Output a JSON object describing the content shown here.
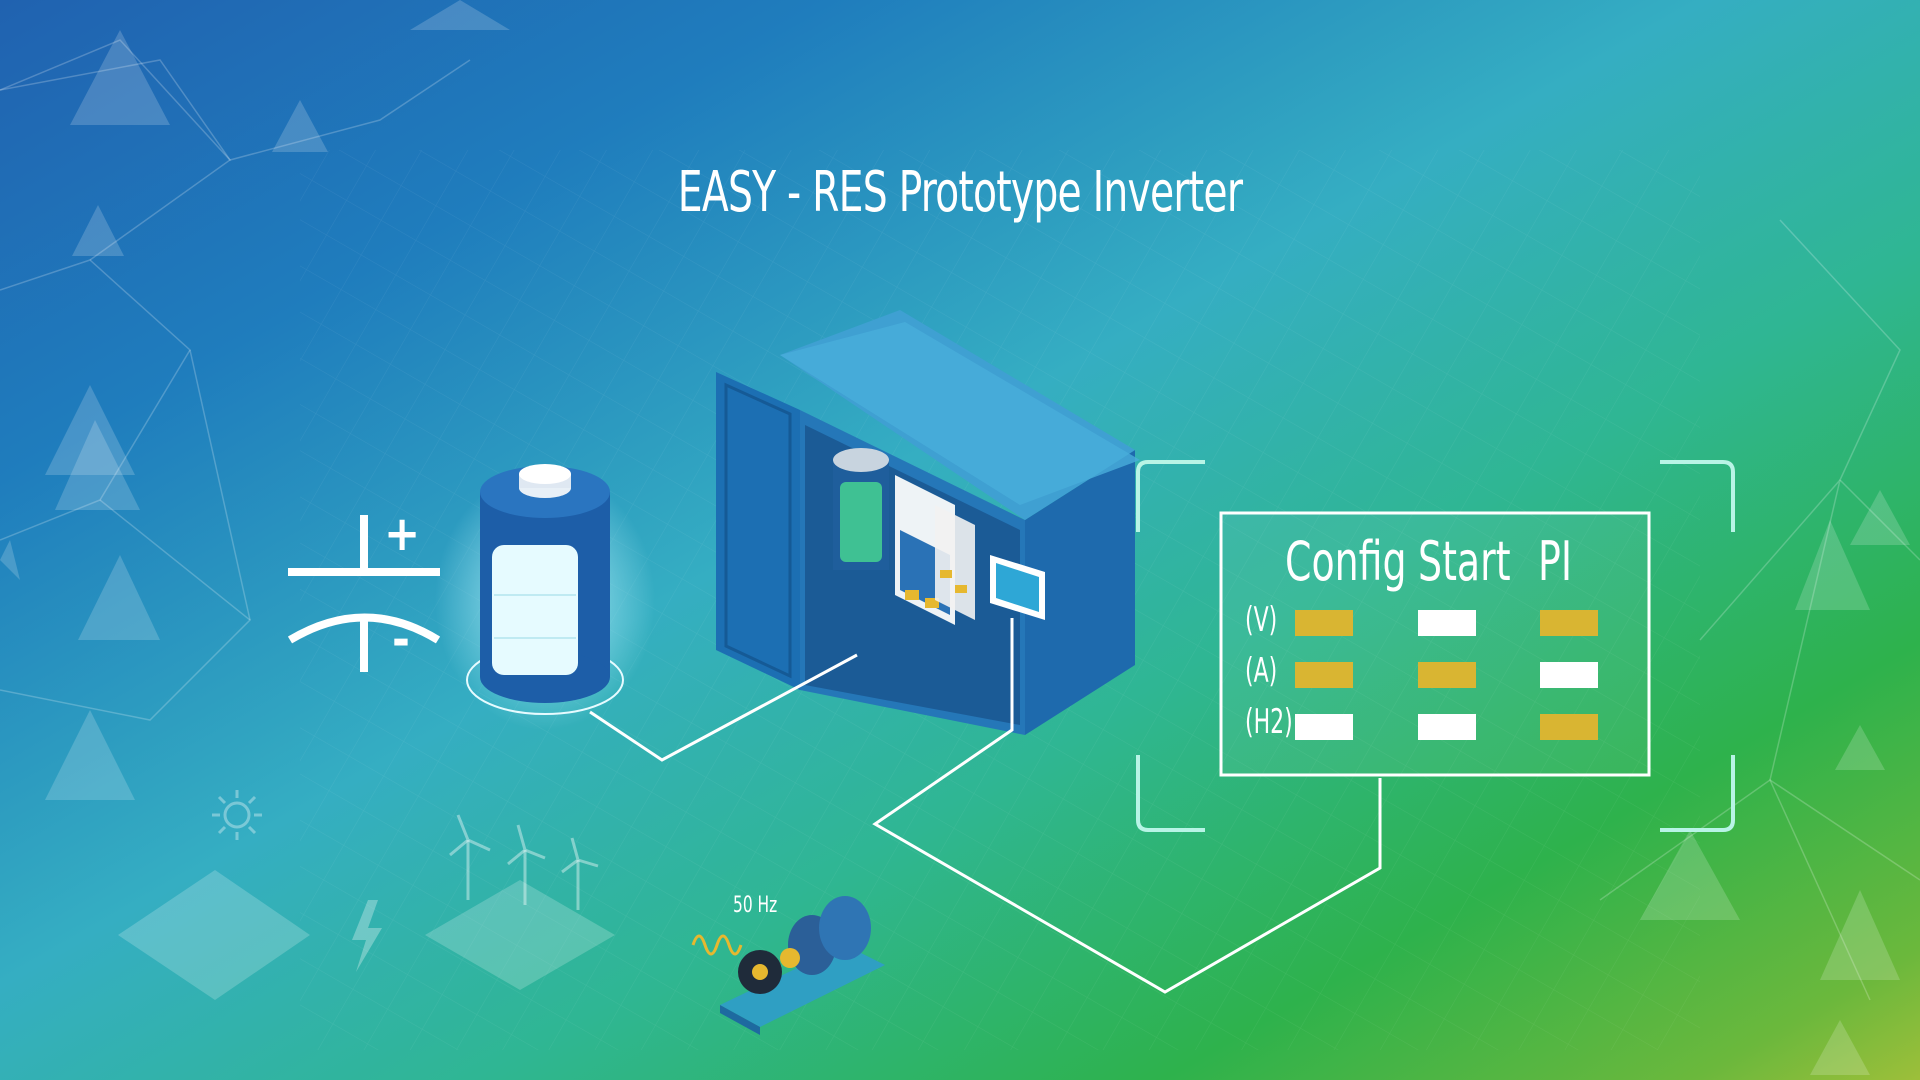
{
  "title": "EASY - RES Prototype Inverter",
  "panel": {
    "columns": [
      "Config",
      "Start",
      "PI"
    ],
    "rows": [
      {
        "label": "(V)",
        "states": [
          "yellow",
          "white",
          "yellow"
        ]
      },
      {
        "label": "(A)",
        "states": [
          "yellow",
          "yellow",
          "white"
        ]
      },
      {
        "label": "(H2)",
        "states": [
          "white",
          "white",
          "yellow"
        ]
      }
    ]
  },
  "capacitor": {
    "plus": "+",
    "minus": "-"
  },
  "motor": {
    "frequency": "50 Hz"
  },
  "colors": {
    "indicator_yellow": "#d9b532",
    "indicator_white": "#ffffff",
    "line": "#ffffff",
    "panel_border": "#ffffff"
  },
  "icons": [
    "capacitor-symbol-icon",
    "battery-icon",
    "inverter-cabinet-icon",
    "sun-icon",
    "lightning-icon",
    "wind-turbine-icon",
    "motor-icon"
  ]
}
